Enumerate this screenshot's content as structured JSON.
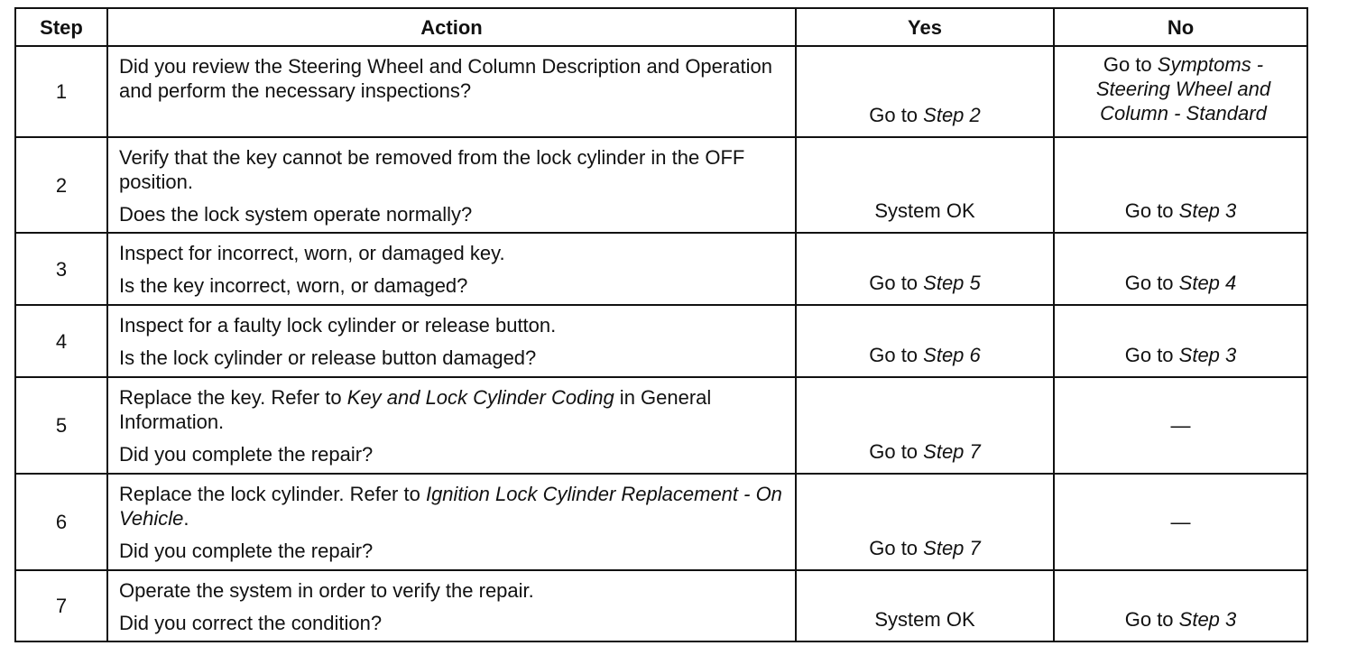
{
  "headers": {
    "step": "Step",
    "action": "Action",
    "yes": "Yes",
    "no": "No"
  },
  "rows": [
    {
      "step": "1",
      "action_1a": "Did you review the Steering Wheel and Column Description and Operation and perform the necessary inspections?",
      "yes_pre": "Go to ",
      "yes_ref": "Step 2",
      "no_pre": "Go to ",
      "no_ref": "Symptoms - Steering Wheel and Column - Standard"
    },
    {
      "step": "2",
      "action_1a": "Verify that the key cannot be removed from the lock cylinder in the OFF position.",
      "action_2": "Does the lock system operate normally?",
      "yes": "System OK",
      "no_pre": "Go to ",
      "no_ref": "Step 3"
    },
    {
      "step": "3",
      "action_1a": "Inspect for incorrect, worn, or damaged key.",
      "action_2": "Is the key incorrect, worn, or damaged?",
      "yes_pre": "Go to ",
      "yes_ref": "Step 5",
      "no_pre": "Go to ",
      "no_ref": "Step 4"
    },
    {
      "step": "4",
      "action_1a": "Inspect for a faulty lock cylinder or release button.",
      "action_2": "Is the lock cylinder or release button damaged?",
      "yes_pre": "Go to ",
      "yes_ref": "Step 6",
      "no_pre": "Go to ",
      "no_ref": "Step 3"
    },
    {
      "step": "5",
      "action_1a": "Replace the key. Refer to ",
      "action_1_ref": "Key and Lock Cylinder Coding",
      "action_1b": " in General Information.",
      "action_2": "Did you complete the repair?",
      "yes_pre": "Go to ",
      "yes_ref": "Step 7",
      "no": "—"
    },
    {
      "step": "6",
      "action_1a": "Replace the lock cylinder. Refer to ",
      "action_1_ref": "Ignition Lock Cylinder Replacement - On Vehicle",
      "action_1b": ".",
      "action_2": "Did you complete the repair?",
      "yes_pre": "Go to ",
      "yes_ref": "Step 7",
      "no": "—"
    },
    {
      "step": "7",
      "action_1a": "Operate the system in order to verify the repair.",
      "action_2": "Did you correct the condition?",
      "yes": "System OK",
      "no_pre": "Go to ",
      "no_ref": "Step 3"
    }
  ]
}
